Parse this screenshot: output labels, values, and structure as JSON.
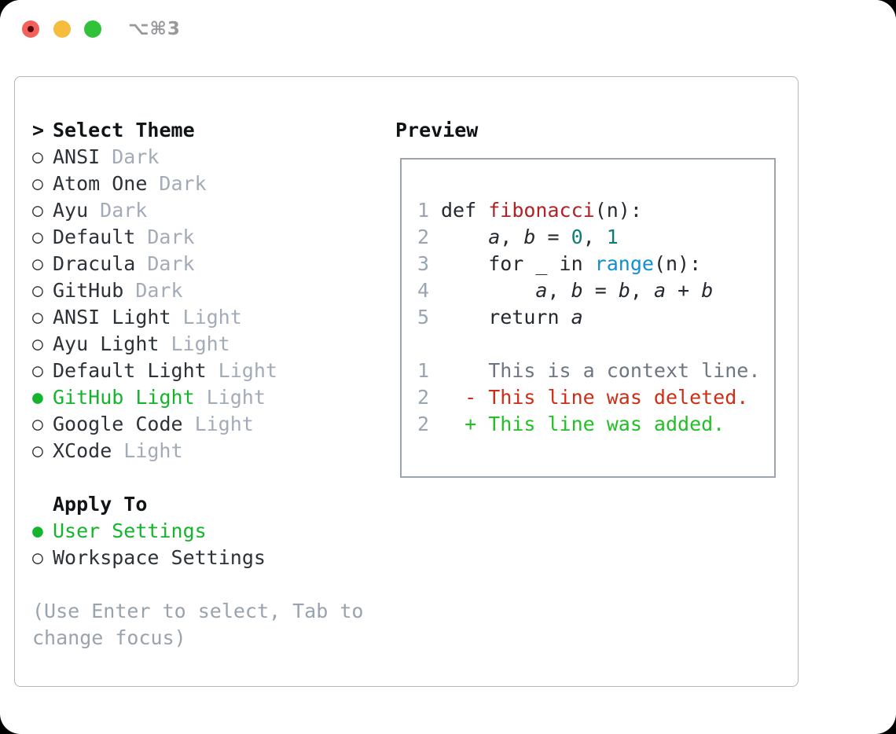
{
  "titlebar": {
    "title": "⌥⌘3",
    "buttons": [
      "close",
      "minimize",
      "zoom"
    ]
  },
  "theme_panel": {
    "header": {
      "prefix": ">",
      "label": "Select Theme"
    },
    "glyphs": {
      "unselected": "○",
      "selected": "●"
    },
    "themes": [
      {
        "name": "ANSI",
        "badge": "Dark",
        "selected": false
      },
      {
        "name": "Atom One",
        "badge": "Dark",
        "selected": false
      },
      {
        "name": "Ayu",
        "badge": "Dark",
        "selected": false
      },
      {
        "name": "Default",
        "badge": "Dark",
        "selected": false
      },
      {
        "name": "Dracula",
        "badge": "Dark",
        "selected": false
      },
      {
        "name": "GitHub",
        "badge": "Dark",
        "selected": false
      },
      {
        "name": "ANSI Light",
        "badge": "Light",
        "selected": false
      },
      {
        "name": "Ayu Light",
        "badge": "Light",
        "selected": false
      },
      {
        "name": "Default Light",
        "badge": "Light",
        "selected": false
      },
      {
        "name": "GitHub Light",
        "badge": "Light",
        "selected": true
      },
      {
        "name": "Google Code",
        "badge": "Light",
        "selected": false
      },
      {
        "name": "XCode",
        "badge": "Light",
        "selected": false
      }
    ],
    "apply_to": {
      "header": "Apply To",
      "options": [
        {
          "label": "User Settings",
          "selected": true
        },
        {
          "label": "Workspace Settings",
          "selected": false
        }
      ]
    },
    "hint_lines": [
      "(Use Enter to select, Tab to",
      "change focus)"
    ]
  },
  "preview": {
    "header": "Preview",
    "lines": [
      {
        "num": "1",
        "segments": [
          {
            "t": "def ",
            "s": "plain"
          },
          {
            "t": "fibonacci",
            "s": "fn"
          },
          {
            "t": "(n):",
            "s": "plain"
          }
        ]
      },
      {
        "num": "2",
        "segments": [
          {
            "t": "    ",
            "s": "plain"
          },
          {
            "t": "a",
            "s": "var"
          },
          {
            "t": ", ",
            "s": "plain"
          },
          {
            "t": "b",
            "s": "var"
          },
          {
            "t": " = ",
            "s": "plain"
          },
          {
            "t": "0",
            "s": "lit"
          },
          {
            "t": ", ",
            "s": "plain"
          },
          {
            "t": "1",
            "s": "lit"
          }
        ]
      },
      {
        "num": "3",
        "segments": [
          {
            "t": "    for _ in ",
            "s": "plain"
          },
          {
            "t": "range",
            "s": "call"
          },
          {
            "t": "(n):",
            "s": "plain"
          }
        ]
      },
      {
        "num": "4",
        "segments": [
          {
            "t": "        ",
            "s": "plain"
          },
          {
            "t": "a",
            "s": "var"
          },
          {
            "t": ", ",
            "s": "plain"
          },
          {
            "t": "b",
            "s": "var"
          },
          {
            "t": " = ",
            "s": "plain"
          },
          {
            "t": "b",
            "s": "var"
          },
          {
            "t": ", ",
            "s": "plain"
          },
          {
            "t": "a",
            "s": "var"
          },
          {
            "t": " + ",
            "s": "plain"
          },
          {
            "t": "b",
            "s": "var"
          }
        ]
      },
      {
        "num": "5",
        "segments": [
          {
            "t": "    return ",
            "s": "plain"
          },
          {
            "t": "a",
            "s": "var"
          }
        ]
      },
      {
        "num": "",
        "segments": []
      },
      {
        "num": "1",
        "segments": [
          {
            "t": "    ",
            "s": "plain"
          },
          {
            "t": "This is a context line.",
            "s": "context"
          }
        ]
      },
      {
        "num": "2",
        "segments": [
          {
            "t": "  ",
            "s": "plain"
          },
          {
            "t": "- This line was deleted.",
            "s": "deleted"
          }
        ]
      },
      {
        "num": "2",
        "segments": [
          {
            "t": "  ",
            "s": "plain"
          },
          {
            "t": "+ This line was added.",
            "s": "added"
          }
        ]
      }
    ]
  },
  "colors": {
    "accent_green": "#14b42c",
    "diff_added_green": "#22c026",
    "diff_deleted_red": "#cd2e15",
    "function_red": "#b02225",
    "literal_teal": "#0e7d77",
    "call_blue": "#108fd3",
    "context_gray": "#6e7781",
    "line_number_gray": "#9aa5b2",
    "badge_gray": "#a2acb8",
    "hint_gray": "#99a3ae",
    "text_dark": "#24292f",
    "item_text": "#2c3237",
    "panel_border": "#b0b7bd",
    "preview_border": "#9ca4ae",
    "traffic_red": "#f4605a",
    "traffic_red_dot": "#50090c",
    "traffic_yellow": "#f6bc3e",
    "traffic_green": "#32c23a",
    "title_gray": "#99999d"
  }
}
